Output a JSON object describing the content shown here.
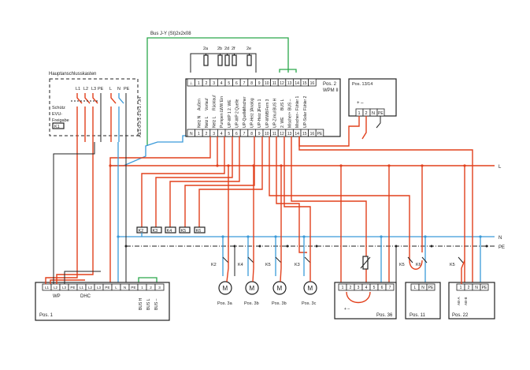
{
  "bus_label": "Bus J-Y (St)2x2x08",
  "hak": {
    "title": "Hauptanschlusskasten",
    "terminals": [
      "L1",
      "L2",
      "L3",
      "PE",
      "L",
      "N",
      "PE"
    ],
    "schuetz": "Schütz",
    "evu": "EVU-",
    "freigabe": "Freigabe",
    "k1": "K1",
    "side_label": "AE1-0-3-1-1-0-1 / JH"
  },
  "wpm": {
    "pos": "Pos. 2",
    "name": "WPM II",
    "top_terminals": [
      "⊥",
      "1",
      "2",
      "3",
      "4",
      "5",
      "6",
      "7",
      "8",
      "9",
      "10",
      "11",
      "12",
      "13",
      "14",
      "15",
      "16"
    ],
    "top_labels": [
      "Außen",
      "Vorlauf",
      "Rücklauf",
      "WW Ein",
      "2. WE",
      "Quelle",
      "Mischer",
      "Analog",
      "Fern 1",
      "Fern 3",
      "BUS H",
      "BUS L",
      "BUS –",
      "Fühler 1",
      "Fühler 2"
    ],
    "bottom_terminals": [
      "N",
      "1",
      "2",
      "3",
      "4",
      "5",
      "6",
      "7",
      "8",
      "9",
      "10",
      "11",
      "12",
      "13",
      "14",
      "15",
      "16",
      "PE"
    ],
    "bottom_labels": [
      "Netz N",
      "Netz L",
      "Netz L",
      "Pumpen L",
      "UP-WP 1",
      "UP-WP 2",
      "UP-Quelle",
      "UP-Heiz 1",
      "UP-Heiz 2",
      "UP-WWB",
      "UP-Zirkul",
      "2. WE",
      "Mischer+",
      "Mischer–",
      "UP-Solar"
    ]
  },
  "sensors": [
    "2a",
    "2b",
    "2d",
    "2f",
    "2e"
  ],
  "pos1314": {
    "pos": "Pos. 13/14",
    "plusminus": "+   –",
    "terminals": [
      "1",
      "2",
      "N",
      "PE"
    ]
  },
  "bus_lines": {
    "L": "L",
    "N": "N",
    "PE": "PE"
  },
  "contactors": [
    "K2",
    "K3",
    "K4",
    "K5",
    "K6"
  ],
  "motors": [
    {
      "k": "K2",
      "pos": "Pos. 3a"
    },
    {
      "k": "K4",
      "pos": "Pos. 3b"
    },
    {
      "k": "K5",
      "pos": "Pos. 3b"
    },
    {
      "k": "K3",
      "pos": "Pos. 3c"
    }
  ],
  "motor_symbol": "M",
  "pos1": {
    "pos": "Pos. 1",
    "terminals": [
      "L1",
      "L2",
      "L3",
      "PE",
      "L1",
      "L2",
      "L3",
      "PE",
      "L",
      "N",
      "PE",
      "1",
      "2",
      "3"
    ],
    "wp": "WP",
    "dhc": "DHC",
    "bus_labels": [
      "BUS H",
      "BUS L",
      "BUS –"
    ]
  },
  "pos36": {
    "pos": "Pos. 36",
    "terminals": [
      "1",
      "2",
      "3",
      "4",
      "5",
      "6",
      "7"
    ],
    "plusminus": "+   –"
  },
  "pos11": {
    "pos": "Pos. 11",
    "terminals": [
      "L",
      "N",
      "PE"
    ],
    "k5": "K5",
    "k6": "K6"
  },
  "pos22": {
    "pos": "Pos. 22",
    "terminals": [
      "1",
      "2",
      "N",
      "PE"
    ],
    "k5": "K5",
    "aba": "AB-A",
    "abb": "AB-B"
  }
}
